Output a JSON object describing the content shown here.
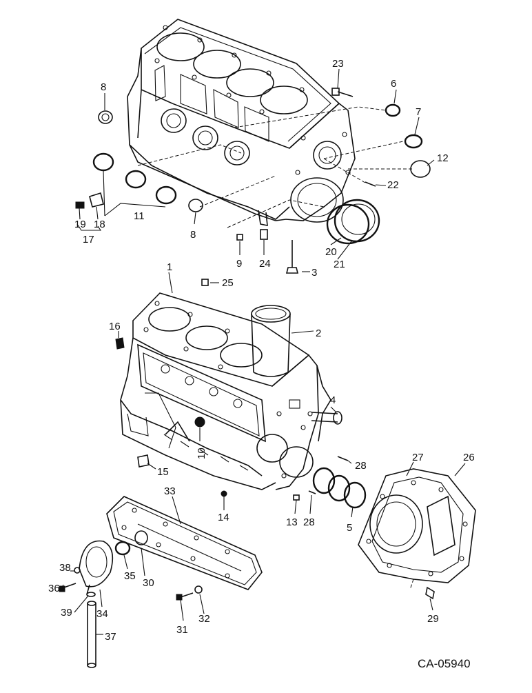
{
  "figure_code": "CA-05940",
  "callouts": [
    {
      "id": "c1",
      "text": "1"
    },
    {
      "id": "c2",
      "text": "2"
    },
    {
      "id": "c3",
      "text": "3"
    },
    {
      "id": "c4",
      "text": "4"
    },
    {
      "id": "c5",
      "text": "5"
    },
    {
      "id": "c6",
      "text": "6"
    },
    {
      "id": "c7",
      "text": "7"
    },
    {
      "id": "c8a",
      "text": "8"
    },
    {
      "id": "c8b",
      "text": "8"
    },
    {
      "id": "c9",
      "text": "9"
    },
    {
      "id": "c10",
      "text": "10"
    },
    {
      "id": "c11",
      "text": "11"
    },
    {
      "id": "c12",
      "text": "12"
    },
    {
      "id": "c13",
      "text": "13"
    },
    {
      "id": "c14",
      "text": "14"
    },
    {
      "id": "c15",
      "text": "15"
    },
    {
      "id": "c16",
      "text": "16"
    },
    {
      "id": "c17",
      "text": "17"
    },
    {
      "id": "c18",
      "text": "18"
    },
    {
      "id": "c19",
      "text": "19"
    },
    {
      "id": "c20",
      "text": "20"
    },
    {
      "id": "c21",
      "text": "21"
    },
    {
      "id": "c22",
      "text": "22"
    },
    {
      "id": "c23",
      "text": "23"
    },
    {
      "id": "c24",
      "text": "24"
    },
    {
      "id": "c25",
      "text": "25"
    },
    {
      "id": "c26",
      "text": "26"
    },
    {
      "id": "c27",
      "text": "27"
    },
    {
      "id": "c28a",
      "text": "28"
    },
    {
      "id": "c28b",
      "text": "28"
    },
    {
      "id": "c29",
      "text": "29"
    },
    {
      "id": "c30",
      "text": "30"
    },
    {
      "id": "c31",
      "text": "31"
    },
    {
      "id": "c32",
      "text": "32"
    },
    {
      "id": "c33",
      "text": "33"
    },
    {
      "id": "c34",
      "text": "34"
    },
    {
      "id": "c35",
      "text": "35"
    },
    {
      "id": "c36",
      "text": "36"
    },
    {
      "id": "c37",
      "text": "37"
    },
    {
      "id": "c38",
      "text": "38"
    },
    {
      "id": "c39",
      "text": "39"
    }
  ],
  "colors": {
    "ink": "#111111",
    "paper": "#ffffff"
  }
}
